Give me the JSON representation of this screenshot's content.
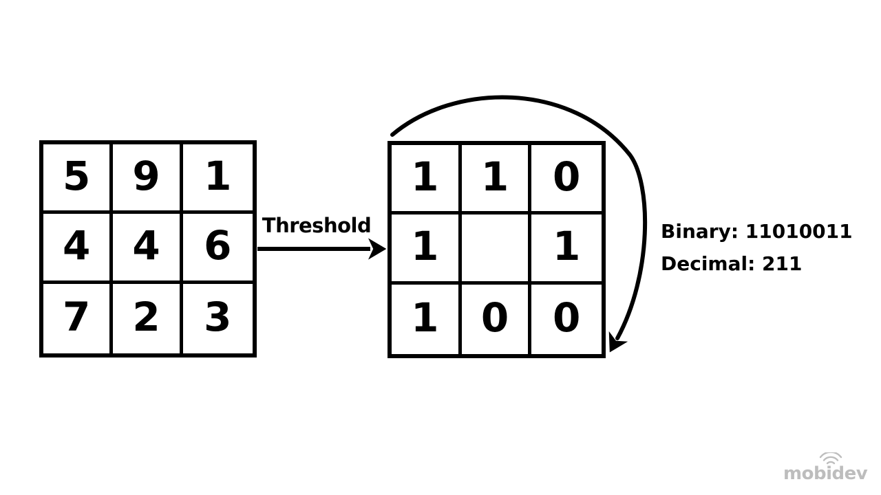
{
  "left_grid": {
    "values": [
      [
        "5",
        "9",
        "1"
      ],
      [
        "4",
        "4",
        "6"
      ],
      [
        "7",
        "2",
        "3"
      ]
    ]
  },
  "right_grid": {
    "values": [
      [
        "1",
        "1",
        "0"
      ],
      [
        "1",
        "",
        "1"
      ],
      [
        "1",
        "0",
        "0"
      ]
    ]
  },
  "labels": {
    "threshold": "Threshold",
    "binary": "Binary: 11010011",
    "decimal": "Decimal: 211"
  },
  "watermark": {
    "text": "mobidev"
  },
  "icons": {
    "straight_arrow": "right-arrow-icon",
    "curved_arrow": "clockwise-curved-arrow-icon",
    "signal": "signal-arcs-icon"
  },
  "colors": {
    "ink": "#000000",
    "background": "#ffffff",
    "watermark": "#bdbdbd"
  }
}
